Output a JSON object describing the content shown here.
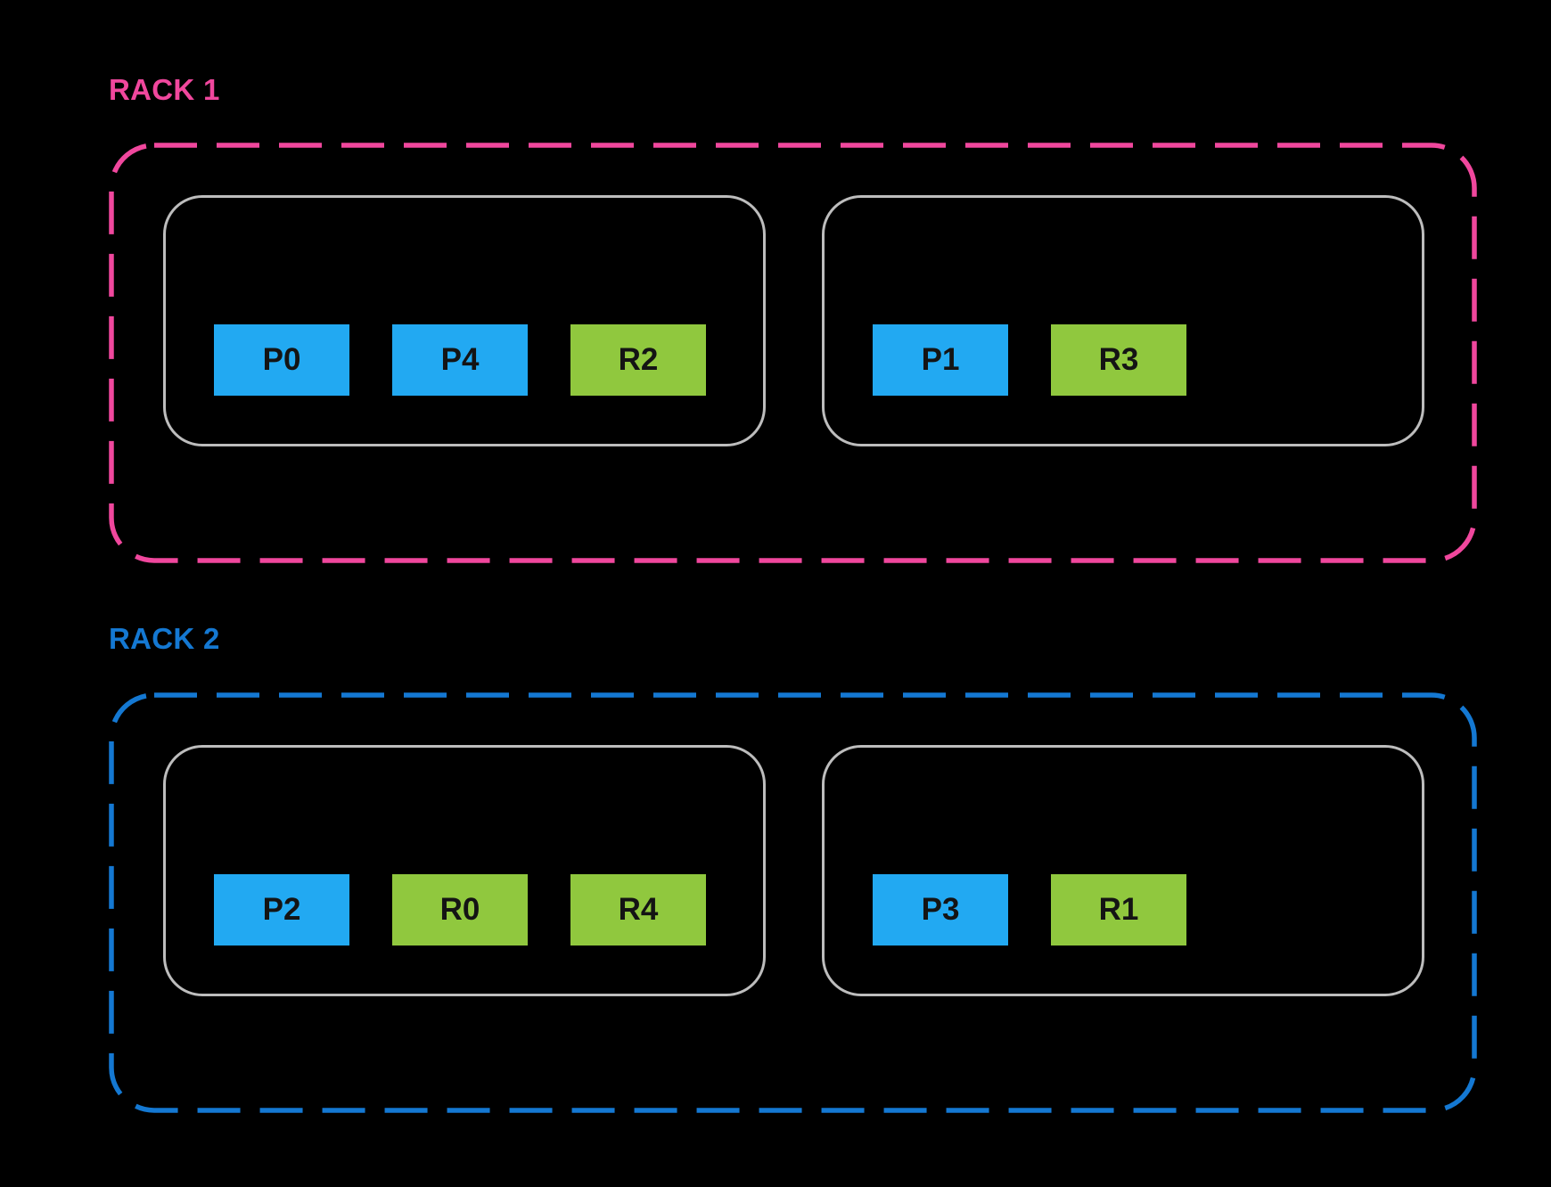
{
  "colors": {
    "background": "#000000",
    "rack1_accent": "#F0479D",
    "rack2_accent": "#1478D2",
    "host_border": "#BDBDBD",
    "primary_shard": "#22A9F2",
    "replica_shard": "#90C83E",
    "block_text": "#141414"
  },
  "racks": [
    {
      "title": "RACK 1",
      "hosts": [
        {
          "blocks": [
            {
              "label": "P0",
              "type": "primary"
            },
            {
              "label": "P4",
              "type": "primary"
            },
            {
              "label": "R2",
              "type": "replica"
            }
          ]
        },
        {
          "blocks": [
            {
              "label": "P1",
              "type": "primary"
            },
            {
              "label": "R3",
              "type": "replica"
            }
          ]
        }
      ]
    },
    {
      "title": "RACK 2",
      "hosts": [
        {
          "blocks": [
            {
              "label": "P2",
              "type": "primary"
            },
            {
              "label": "R0",
              "type": "replica"
            },
            {
              "label": "R4",
              "type": "replica"
            }
          ]
        },
        {
          "blocks": [
            {
              "label": "P3",
              "type": "primary"
            },
            {
              "label": "R1",
              "type": "replica"
            }
          ]
        }
      ]
    }
  ]
}
